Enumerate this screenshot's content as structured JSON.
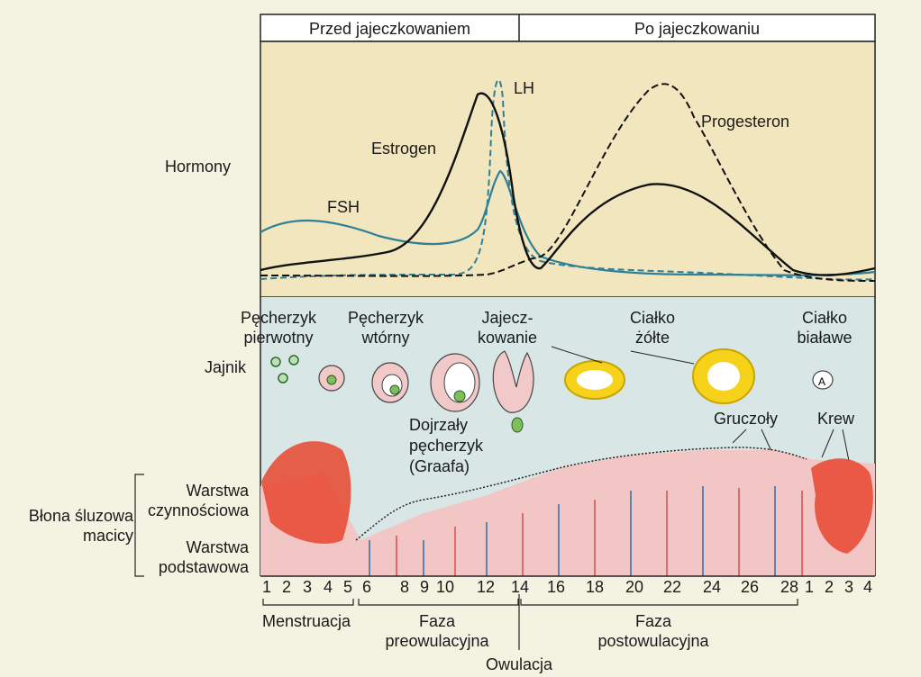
{
  "header": {
    "before": "Przed jajeczkowaniem",
    "after": "Po jajeczkowaniu"
  },
  "hormones": {
    "row_label": "Hormony",
    "lh": "LH",
    "estrogen": "Estrogen",
    "fsh": "FSH",
    "progesterone": "Progesteron",
    "colors": {
      "estrogen": "#111111",
      "progesterone": "#111111",
      "lh": "#2f7f95",
      "fsh": "#2f7f95"
    }
  },
  "ovary": {
    "row_label": "Jajnik",
    "primary_line1": "Pęcherzyk",
    "primary_line2": "pierwotny",
    "secondary_line1": "Pęcherzyk",
    "secondary_line2": "wtórny",
    "ovulation_line1": "Jajecz-",
    "ovulation_line2": "kowanie",
    "corpus_luteum_line1": "Ciałko",
    "corpus_luteum_line2": "żółte",
    "corpus_albicans_line1": "Ciałko",
    "corpus_albicans_line2": "białawe",
    "mature_line1": "Dojrzały",
    "mature_line2": "pęcherzyk",
    "mature_line3": "(Graafa)",
    "glands": "Gruczoły",
    "blood": "Krew"
  },
  "uterus": {
    "label_line1": "Błona śluzowa",
    "label_line2": "macicy",
    "functional_line1": "Warstwa",
    "functional_line2": "czynnościowa",
    "basal_line1": "Warstwa",
    "basal_line2": "podstawowa"
  },
  "days": [
    "1",
    "2",
    "3",
    "4",
    "5",
    "6",
    "8",
    "9",
    "10",
    "12",
    "14",
    "16",
    "18",
    "20",
    "22",
    "24",
    "26",
    "28",
    "1",
    "2",
    "3",
    "4"
  ],
  "phases": {
    "menstruation": "Menstruacja",
    "pre_line1": "Faza",
    "pre_line2": "preowulacyjna",
    "post_line1": "Faza",
    "post_line2": "postowulacyjna",
    "ovulation": "Owulacja"
  }
}
